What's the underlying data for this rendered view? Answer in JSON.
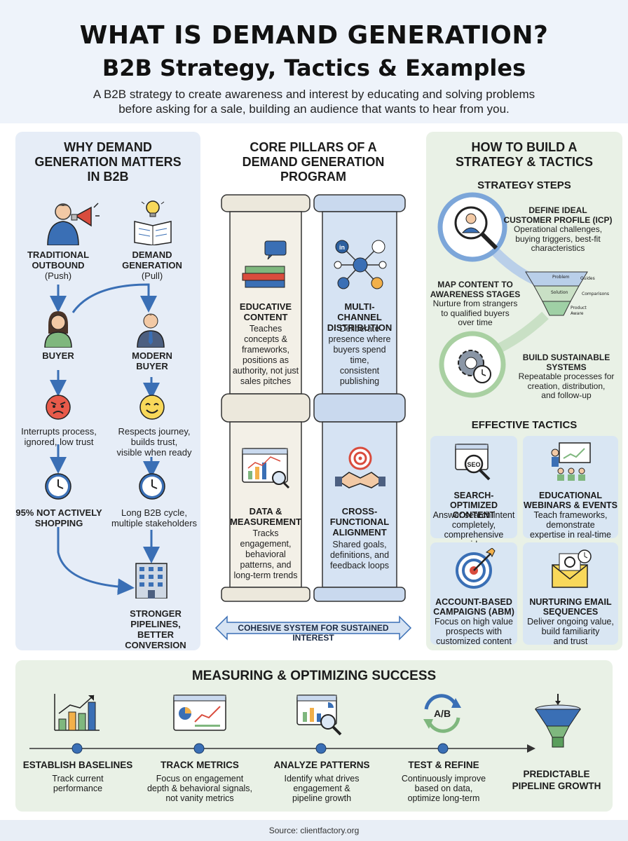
{
  "header": {
    "title": "WHAT IS DEMAND GENERATION?",
    "subtitle": "B2B Strategy, Tactics & Examples",
    "description_line1": "A B2B strategy to create awareness and interest by educating and solving problems",
    "description_line2": "before asking for a sale, building an audience that wants to hear from you."
  },
  "why": {
    "title_line1": "WHY DEMAND",
    "title_line2": "GENERATION MATTERS",
    "title_line3": "IN B2B",
    "outbound_line1": "TRADITIONAL",
    "outbound_line2": "OUTBOUND",
    "outbound_line3": "(Push)",
    "demand_line1": "DEMAND",
    "demand_line2": "GENERATION",
    "demand_line3": "(Pull)",
    "buyer": "BUYER",
    "modern_line1": "MODERN",
    "modern_line2": "BUYER",
    "interrupts_line1": "Interrupts process,",
    "interrupts_line2": "ignored, low trust",
    "respects_line1": "Respects journey,",
    "respects_line2": "builds trust,",
    "respects_line3": "visible when ready",
    "notshopping_line1": "95% NOT ACTIVELY",
    "notshopping_line2": "SHOPPING",
    "cycle_line1": "Long B2B cycle,",
    "cycle_line2": "multiple stakeholders",
    "result_line1": "STRONGER",
    "result_line2": "PIPELINES, BETTER",
    "result_line3": "CONVERSION"
  },
  "pillars": {
    "title_line1": "CORE PILLARS OF A",
    "title_line2": "DEMAND GENERATION",
    "title_line3": "PROGRAM",
    "p1_name_line1": "EDUCATIVE",
    "p1_name_line2": "CONTENT",
    "p1_desc": [
      "Teaches",
      "concepts &",
      "frameworks,",
      "positions as",
      "authority, not just",
      "sales pitches"
    ],
    "p2_name_line1": "MULTI-CHANNEL",
    "p2_name_line2": "DISTRIBUTION",
    "p2_desc": [
      "Deliberate",
      "presence where",
      "buyers spend",
      "time,",
      "consistent",
      "publishing"
    ],
    "p3_name_line1": "DATA &",
    "p3_name_line2": "MEASUREMENT",
    "p3_desc": [
      "Tracks",
      "engagement,",
      "behavioral",
      "patterns, and",
      "long-term trends"
    ],
    "p4_name_line1": "CROSS-",
    "p4_name_line2": "FUNCTIONAL",
    "p4_name_line3": "ALIGNMENT",
    "p4_desc": [
      "Shared goals,",
      "definitions, and",
      "feedback loops"
    ],
    "banner": "COHESIVE SYSTEM FOR SUSTAINED INTEREST",
    "icon_labels": {
      "in": "in"
    }
  },
  "build": {
    "title_line1": "HOW TO BUILD A",
    "title_line2": "STRATEGY & TACTICS",
    "steps_title": "STRATEGY STEPS",
    "icp_line1": "DEFINE IDEAL",
    "icp_line2": "CUSTOMER PROFILE (ICP)",
    "icp_desc": [
      "Operational challenges,",
      "buying triggers, best-fit",
      "characteristics"
    ],
    "map_line1": "MAP CONTENT TO",
    "map_line2": "AWARENESS STAGES",
    "map_desc": [
      "Nurture from strangers",
      "to qualified buyers",
      "over time"
    ],
    "funnel_labels": [
      "Problem",
      "Solution",
      "Guides",
      "Comparisons",
      "Product",
      "Aware"
    ],
    "sys_line1": "BUILD SUSTAINABLE",
    "sys_line2": "SYSTEMS",
    "sys_desc": [
      "Repeatable processes for",
      "creation, distribution,",
      "and follow-up"
    ],
    "tactics_title": "EFFECTIVE TACTICS",
    "t1_name": [
      "SEARCH-OPTIMIZED",
      "CONTENT"
    ],
    "t1_desc": [
      "Answer search intent",
      "completely,",
      "comprehensive guides"
    ],
    "t1_icon_text": "SEO",
    "t2_name": [
      "EDUCATIONAL",
      "WEBINARS & EVENTS"
    ],
    "t2_desc": [
      "Teach frameworks,",
      "demonstrate",
      "expertise in real-time"
    ],
    "t3_name": [
      "ACCOUNT-BASED",
      "CAMPAIGNS (ABM)"
    ],
    "t3_desc": [
      "Focus on high value",
      "prospects with",
      "customized content"
    ],
    "t4_name": [
      "NURTURING EMAIL",
      "SEQUENCES"
    ],
    "t4_desc": [
      "Deliver ongoing value,",
      "build familiarity",
      "and trust"
    ]
  },
  "measure": {
    "title": "MEASURING & OPTIMIZING SUCCESS",
    "s1_name": "ESTABLISH BASELINES",
    "s1_desc": [
      "Track current",
      "performance"
    ],
    "s2_name": "TRACK METRICS",
    "s2_desc": [
      "Focus on engagement",
      "depth & behavioral signals,",
      "not vanity metrics"
    ],
    "s3_name": "ANALYZE PATTERNS",
    "s3_desc": [
      "Identify what drives",
      "engagement &",
      "pipeline growth"
    ],
    "s4_name": "TEST & REFINE",
    "s4_desc": [
      "Continuously improve",
      "based on data,",
      "optimize long-term"
    ],
    "s4_icon_text": "A/B",
    "s5_name": [
      "PREDICTABLE",
      "PIPELINE GROWTH"
    ]
  },
  "footer": {
    "source": "Source: clientfactory.org"
  },
  "colors": {
    "accent_blue": "#3a6fb5",
    "green": "#7fb77e",
    "header_bg": "#eef3fa"
  }
}
